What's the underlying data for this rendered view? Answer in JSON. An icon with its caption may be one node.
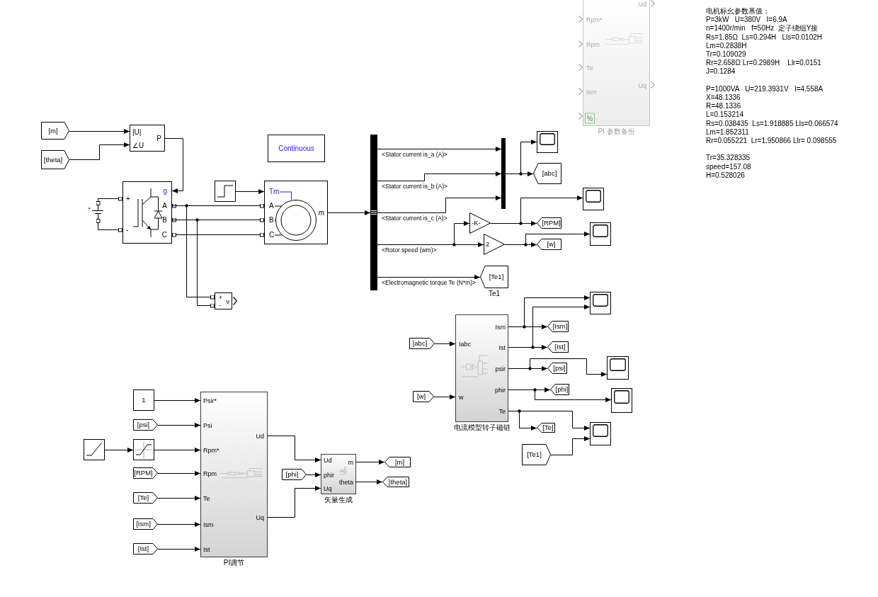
{
  "diagram": {
    "nodes": [
      {
        "text": [
          "[m]"
        ]
      },
      {
        "text": [
          "[theta]"
        ]
      },
      {
        "text": [
          "|U|",
          "∠U",
          "P"
        ]
      },
      {
        "text": [
          "Continuous"
        ]
      },
      {
        "text": [
          "+"
        ]
      },
      {
        "text": [
          "+",
          "-",
          "g",
          "A",
          "B",
          "C"
        ]
      },
      {
        "text": [],
        "shape": "picture"
      },
      {
        "text": [
          "Tm",
          "A",
          "B",
          "C",
          "m"
        ]
      },
      {
        "text": [
          "+",
          "-",
          "v"
        ]
      },
      {
        "text": [],
        "shape": "bar"
      },
      {
        "text": [],
        "shape": "bar"
      },
      {
        "text": [],
        "shape": "box"
      },
      {
        "text": [
          "[abc]"
        ]
      },
      {
        "text": [
          "-K-"
        ]
      },
      {
        "text": [],
        "shape": "box"
      },
      {
        "text": [
          "[RPM]"
        ]
      },
      {
        "text": [
          "2"
        ]
      },
      {
        "text": [],
        "shape": "box"
      },
      {
        "text": [
          "[w]"
        ]
      },
      {
        "text": [
          "[Te1]"
        ],
        "beside": [
          "Te1"
        ]
      },
      {
        "text": [
          "Ud",
          "Rpm*",
          "Rpm",
          "Te",
          "Uq",
          "Ism",
          "%"
        ],
        "beside": [
          "PI 参数备份"
        ]
      },
      {
        "text": [],
        "shape": "box"
      },
      {
        "text": [
          "Iabc",
          "w",
          "Ism",
          "Ist",
          "psir",
          "phir",
          "Te"
        ],
        "beside": [
          "电流模型转子磁链"
        ]
      },
      {
        "text": [
          "[Ism]"
        ]
      },
      {
        "text": [
          "[abc]"
        ]
      },
      {
        "text": [
          "[Ist]"
        ]
      },
      {
        "text": [],
        "shape": "box"
      },
      {
        "text": [
          "[psi]"
        ]
      },
      {
        "text": [
          "[phi]"
        ]
      },
      {
        "text": [],
        "shape": "box"
      },
      {
        "text": [
          "[w]"
        ]
      },
      {
        "text": [
          "[Te]"
        ]
      },
      {
        "text": [],
        "shape": "box"
      },
      {
        "text": [
          "[Te1]"
        ]
      },
      {
        "text": [
          "1"
        ]
      },
      {
        "text": [
          "Psir*",
          "Psi",
          "Rpm*",
          "Rpm",
          "Te",
          "Ism",
          "Ist",
          "Ud",
          "Uq"
        ],
        "beside": [
          "PI调节"
        ]
      },
      {
        "text": [
          "[psi]"
        ]
      },
      {
        "text": [],
        "shape": "picture"
      },
      {
        "text": [],
        "shape": "picture"
      },
      {
        "text": [
          "[RPM]"
        ]
      },
      {
        "text": [
          "[Te]"
        ]
      },
      {
        "text": [
          "[Ism]"
        ]
      },
      {
        "text": [
          "[Ist]"
        ]
      },
      {
        "text": [
          "Ud",
          "phir",
          "Uq",
          "m",
          "theta"
        ],
        "beside": [
          "矢量生成"
        ]
      },
      {
        "text": [
          "[phi]"
        ]
      },
      {
        "text": [
          "[m]"
        ]
      },
      {
        "text": [
          "[theta]"
        ]
      }
    ],
    "edges": [
      {
        "from": 0,
        "to": 2,
        "arrow": "to"
      },
      {
        "from": 1,
        "to": 2,
        "arrow": "to"
      },
      {
        "from": 2,
        "to": 5,
        "arrow": "to"
      },
      {
        "from": 4,
        "to": 5,
        "arrow": "other"
      },
      {
        "from": 4,
        "to": 5,
        "arrow": "other"
      },
      {
        "from": 5,
        "to": 7,
        "arrow": "other"
      },
      {
        "from": 5,
        "to": 7,
        "arrow": "other"
      },
      {
        "from": 5,
        "to": 7,
        "arrow": "other"
      },
      {
        "from": 5,
        "to": 8,
        "arrow": "other"
      },
      {
        "from": 5,
        "to": 8,
        "arrow": "other"
      },
      {
        "from": 6,
        "to": 7,
        "arrow": "to"
      },
      {
        "from": 7,
        "to": 9,
        "arrow": "to"
      },
      {
        "from": 9,
        "to": 10,
        "arrow": "to",
        "label": "<Stator current is_a (A)>"
      },
      {
        "from": 9,
        "to": 10,
        "arrow": "to",
        "label": "<Stator current is_b (A)>"
      },
      {
        "from": 9,
        "to": 10,
        "arrow": "to",
        "label": "<Stator current is_c (A)>"
      },
      {
        "from": 9,
        "to": 16,
        "arrow": "to",
        "label": "<Rotor speed (wm)>"
      },
      {
        "from": 9,
        "to": 13,
        "arrow": "to"
      },
      {
        "from": 9,
        "to": 19,
        "arrow": "to",
        "label": "<Electromagnetic torque Te (N*m)>"
      },
      {
        "from": 10,
        "to": 11,
        "arrow": "to"
      },
      {
        "from": 10,
        "to": 12,
        "arrow": "to"
      },
      {
        "from": 13,
        "to": 14,
        "arrow": "to"
      },
      {
        "from": 13,
        "to": 15,
        "arrow": "to"
      },
      {
        "from": 16,
        "to": 17,
        "arrow": "to"
      },
      {
        "from": 16,
        "to": 18,
        "arrow": "to"
      },
      {
        "from": 22,
        "to": 21,
        "arrow": "to"
      },
      {
        "from": 22,
        "to": 23,
        "arrow": "to"
      },
      {
        "from": 22,
        "to": 21,
        "arrow": "to"
      },
      {
        "from": 22,
        "to": 25,
        "arrow": "to"
      },
      {
        "from": 22,
        "to": 27,
        "arrow": "to"
      },
      {
        "from": 22,
        "to": 26,
        "arrow": "to"
      },
      {
        "from": 22,
        "to": 28,
        "arrow": "to"
      },
      {
        "from": 22,
        "to": 29,
        "arrow": "to"
      },
      {
        "from": 22,
        "to": 31,
        "arrow": "to"
      },
      {
        "from": 22,
        "to": 32,
        "arrow": "to"
      },
      {
        "from": 33,
        "to": 32,
        "arrow": "to"
      },
      {
        "from": 24,
        "to": 22,
        "arrow": "to"
      },
      {
        "from": 30,
        "to": 22,
        "arrow": "to"
      },
      {
        "from": 34,
        "to": 35,
        "arrow": "to"
      },
      {
        "from": 36,
        "to": 35,
        "arrow": "to"
      },
      {
        "from": 37,
        "to": 38,
        "arrow": "to"
      },
      {
        "from": 38,
        "to": 35,
        "arrow": "to"
      },
      {
        "from": 39,
        "to": 35,
        "arrow": "to"
      },
      {
        "from": 40,
        "to": 35,
        "arrow": "to"
      },
      {
        "from": 41,
        "to": 35,
        "arrow": "to"
      },
      {
        "from": 42,
        "to": 35,
        "arrow": "to"
      },
      {
        "from": 35,
        "to": 43,
        "arrow": "to"
      },
      {
        "from": 35,
        "to": 43,
        "arrow": "to"
      },
      {
        "from": 44,
        "to": 43,
        "arrow": "to"
      },
      {
        "from": 43,
        "to": 45,
        "arrow": "to"
      },
      {
        "from": 43,
        "to": 46,
        "arrow": "to"
      }
    ],
    "labels": [
      "电机标幺参数基值：",
      "P=3kW   U=380V   I=6.9A",
      "n=1400r/min   f=50Hz  定子绕组Y接",
      "Rs=1.85Ω  Ls=0.294H   Lls=0.0102H",
      "Lm=0.2838H",
      "Tr=0.109029",
      "Rr=2.658Ω Lr=0.2989H    Llr=0.0151",
      "J=0.1284",
      "P=1000VA   U=219.3931V   I=4.558A",
      "X=48.1336",
      "R=48.1336",
      "L=0.153214",
      "Rs=0.038435  Ls=1.918885 Lls=0.066574",
      "Lm=1.852311",
      "Rr=0.055221  Lr=1.950866 Llr= 0.098555",
      "Tr=35.328335",
      "speed=157.08",
      "H=0.528026"
    ]
  }
}
